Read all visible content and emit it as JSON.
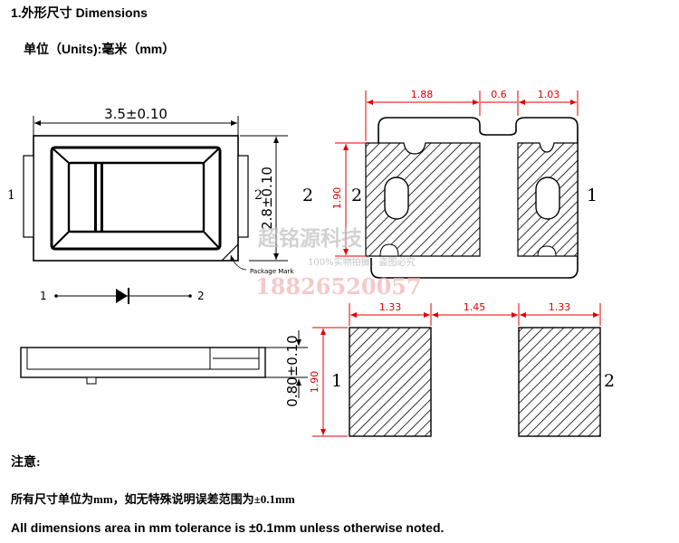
{
  "header": {
    "title": "1.外形尺寸 Dimensions",
    "units": "单位（Units):毫米（mm）"
  },
  "package_drawing": {
    "top_view": {
      "width_dim": "3.5±0.10",
      "height_dim": "2.8±0.10",
      "pad_left_label": "1",
      "pad_right_label": "2",
      "package_mark_label": "Package Mark"
    },
    "diode_symbol": {
      "anode_label": "1",
      "cathode_label": "2"
    },
    "side_view": {
      "thickness_dim": "0.80±0.10"
    }
  },
  "pad_layout": {
    "top_dims": [
      "1.88",
      "0.6",
      "1.03"
    ],
    "height_dim": "1.90",
    "left_label": "2",
    "right_label": "1",
    "outer_left_label": "2"
  },
  "solder_pads": {
    "top_dims": [
      "1.33",
      "1.45",
      "1.33"
    ],
    "height_dim": "1.90",
    "left_label": "1",
    "right_label": "2"
  },
  "watermark": {
    "name": "超铭源科技",
    "notice": "100%实物拍摄，盗图必究",
    "phone": "18826520057"
  },
  "notes": {
    "title": "注意:",
    "chinese": "所有尺寸单位为mm，如无特殊说明误差范围为±0.1mm",
    "english": "All dimensions area in mm tolerance is ±0.1mm unless otherwise noted."
  },
  "colors": {
    "dimension": "#e00000",
    "line": "#000000",
    "watermark": "#c8c8c8"
  }
}
